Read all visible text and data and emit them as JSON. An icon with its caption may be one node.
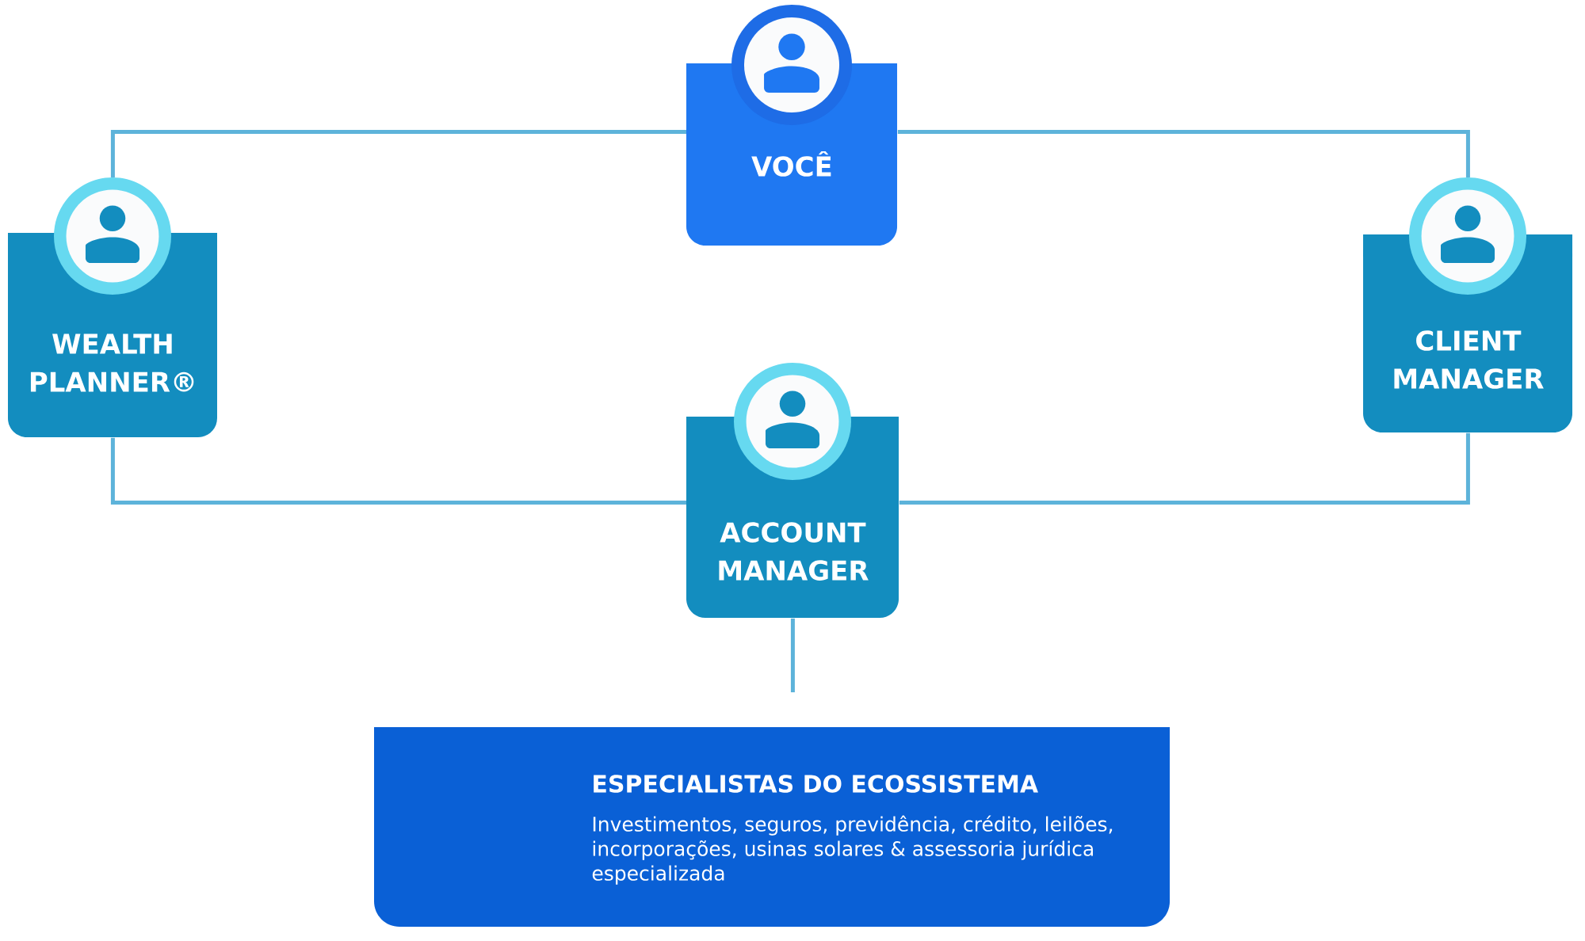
{
  "diagram": {
    "nodes": [
      {
        "text": [
          "VOCÊ"
        ]
      },
      {
        "text": [
          "WEALTH PLANNER®"
        ]
      },
      {
        "text": [
          "CLIENT MANAGER"
        ]
      },
      {
        "text": [
          "ACCOUNT MANAGER"
        ]
      },
      {
        "text": [
          "ESPECIALISTAS DO ECOSSISTEMA",
          "Investimentos, seguros, previdência, crédito, leilões, incorporações, usinas solares & assessoria jurídica especializada"
        ]
      }
    ],
    "edges": [
      {
        "from": 1,
        "to": 0,
        "arrow": "none"
      },
      {
        "from": 0,
        "to": 2,
        "arrow": "none"
      },
      {
        "from": 1,
        "to": 3,
        "arrow": "none"
      },
      {
        "from": 3,
        "to": 2,
        "arrow": "none"
      },
      {
        "from": 3,
        "to": 4,
        "arrow": "none"
      }
    ]
  }
}
